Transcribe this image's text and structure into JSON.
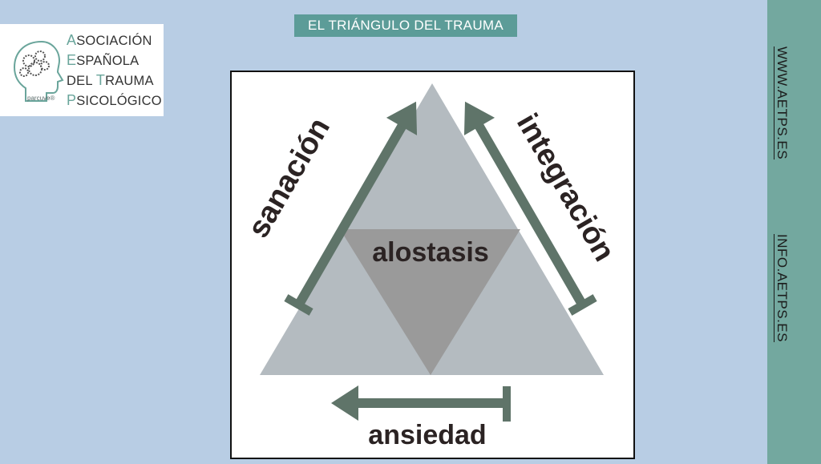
{
  "header": {
    "title": "EL TRIÁNGULO DEL TRAUMA"
  },
  "logo": {
    "lines": [
      {
        "initial": "A",
        "rest": "SOCIACIÓN"
      },
      {
        "initial": "E",
        "rest": "SPAÑOLA"
      },
      {
        "initial": "",
        "rest": "DEL ",
        "initial2": "T",
        "rest2": "RAUMA"
      },
      {
        "initial": "P",
        "rest": "SICOLÓGICO"
      }
    ],
    "small_text": "parcuve®",
    "accent_color": "#6aa59b"
  },
  "sidebar": {
    "web": "WWW.AETPS.ES",
    "email": "INFO.AETPS.ES"
  },
  "diagram": {
    "center_label": "alostasis",
    "left_arrow_label": "sanación",
    "right_arrow_label": "integración",
    "bottom_arrow_label": "ansiedad",
    "triangle_color": "#b4bbc0",
    "inner_triangle_color": "#9a9a9a",
    "arrow_color": "#5f7469"
  }
}
